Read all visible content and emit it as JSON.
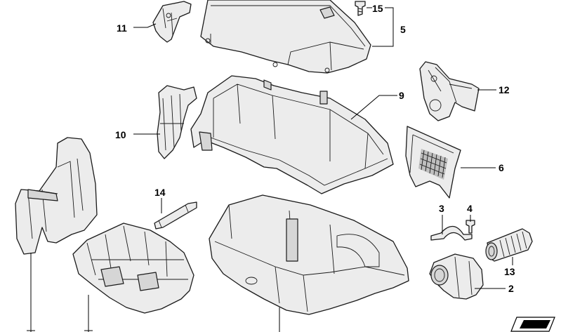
{
  "callouts": [
    {
      "id": "c15",
      "label": "15"
    },
    {
      "id": "c5",
      "label": "5"
    },
    {
      "id": "c11",
      "label": "11"
    },
    {
      "id": "c9",
      "label": "9"
    },
    {
      "id": "c12",
      "label": "12"
    },
    {
      "id": "c10",
      "label": "10"
    },
    {
      "id": "c6",
      "label": "6"
    },
    {
      "id": "c14",
      "label": "14"
    },
    {
      "id": "c3",
      "label": "3"
    },
    {
      "id": "c4",
      "label": "4"
    },
    {
      "id": "c13",
      "label": "13"
    },
    {
      "id": "c2",
      "label": "2"
    }
  ]
}
